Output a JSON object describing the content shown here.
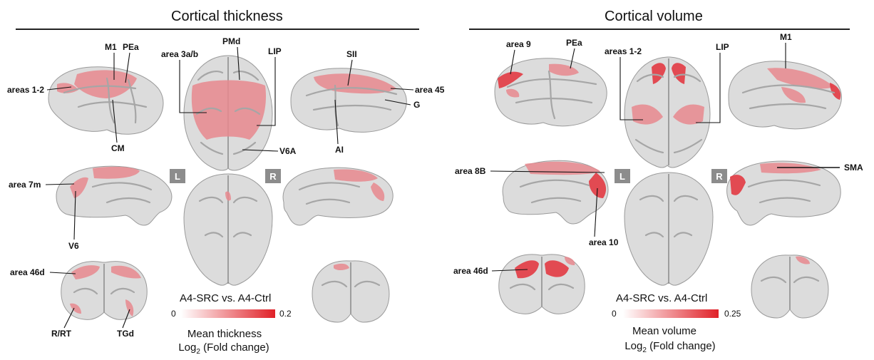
{
  "panels": {
    "left": {
      "title": "Cortical thickness",
      "comparison": "A4-SRC vs. A4-Ctrl",
      "colorbar": {
        "min": "0",
        "max": "0.2",
        "color_low": "#ffffff",
        "color_high": "#e02027"
      },
      "legend_line1": "Mean thickness",
      "legend_line2_prefix": "Log",
      "legend_line2_sub": "2",
      "legend_line2_suffix": " (Fold change)",
      "side_left": "L",
      "side_right": "R",
      "labels": {
        "m1": "M1",
        "pea": "PEa",
        "areas12": "areas 1-2",
        "cm": "CM",
        "pmd": "PMd",
        "area3ab": "area 3a/b",
        "lip": "LIP",
        "v6a": "V6A",
        "sii": "SII",
        "area45": "area 45",
        "g": "G",
        "ai": "AI",
        "area7m": "area 7m",
        "v6": "V6",
        "area46d": "area 46d",
        "rrt": "R/RT",
        "tgd": "TGd"
      }
    },
    "right": {
      "title": "Cortical volume",
      "comparison": "A4-SRC vs. A4-Ctrl",
      "colorbar": {
        "min": "0",
        "max": "0.25",
        "color_low": "#ffffff",
        "color_high": "#e02027"
      },
      "legend_line1": "Mean volume",
      "legend_line2_prefix": "Log",
      "legend_line2_sub": "2",
      "legend_line2_suffix": " (Fold change)",
      "side_left": "L",
      "side_right": "R",
      "labels": {
        "area9": "area 9",
        "pea": "PEa",
        "areas12": "areas 1-2",
        "lip": "LIP",
        "m1": "M1",
        "area8b": "area 8B",
        "area10": "area 10",
        "sma": "SMA",
        "area46d": "area 46d"
      }
    }
  },
  "colors": {
    "highlight": "#e8888e",
    "highlight_strong": "#e23a43",
    "cortex": "#dcdcdc",
    "side_badge": "#8c8c8c"
  }
}
